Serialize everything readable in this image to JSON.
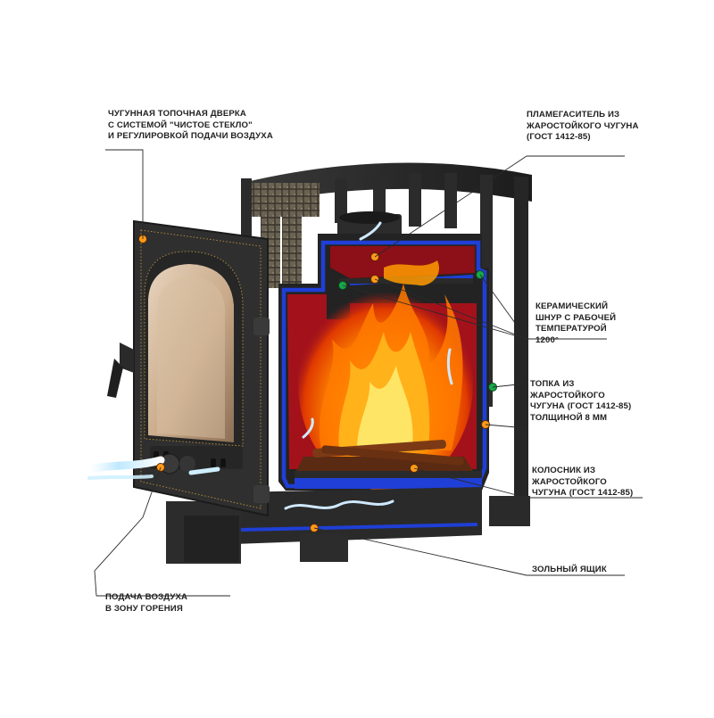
{
  "labels": {
    "door": [
      "ЧУГУННАЯ ТОПОЧНАЯ ДВЕРКА",
      "С СИСТЕМОЙ \"ЧИСТОЕ СТЕКЛО\"",
      "И РЕГУЛИРОВКОЙ ПОДАЧИ ВОЗДУХА"
    ],
    "flame_damper": [
      "ПЛАМЕГАСИТЕЛЬ ИЗ",
      "ЖАРОСТОЙКОГО ЧУГУНА",
      "(ГОСТ 1412-85)"
    ],
    "ceramic_cord": [
      "КЕРАМИЧЕСКИЙ",
      "ШНУР С РАБОЧЕЙ",
      "ТЕМПЕРАТУРОЙ",
      "1200°"
    ],
    "firebox": [
      "ТОПКА ИЗ",
      "ЖАРОСТОЙКОГО",
      "ЧУГУНА (ГОСТ 1412-85)",
      "ТОЛЩИНОЙ 8 ММ"
    ],
    "grate": [
      "КОЛОСНИК ИЗ",
      "ЖАРОСТОЙКОГО",
      "ЧУГУНА (ГОСТ 1412-85)"
    ],
    "ash_box": [
      "ЗОЛЬНЫЙ ЯЩИК"
    ],
    "air_supply": [
      "ПОДАЧА ВОЗДУХА",
      "В ЗОНУ ГОРЕНИЯ"
    ]
  },
  "colors": {
    "cast_iron": "#2e2e2e",
    "firebox_red": "#a3121b",
    "insulation_blue": "#1f3fd6",
    "flame_orange": "#ff8a00",
    "marker_orange": "#ff9a1a",
    "marker_green": "#19a84a",
    "glass": "#c9aa8a",
    "leader_line": "#2a2a2a"
  }
}
